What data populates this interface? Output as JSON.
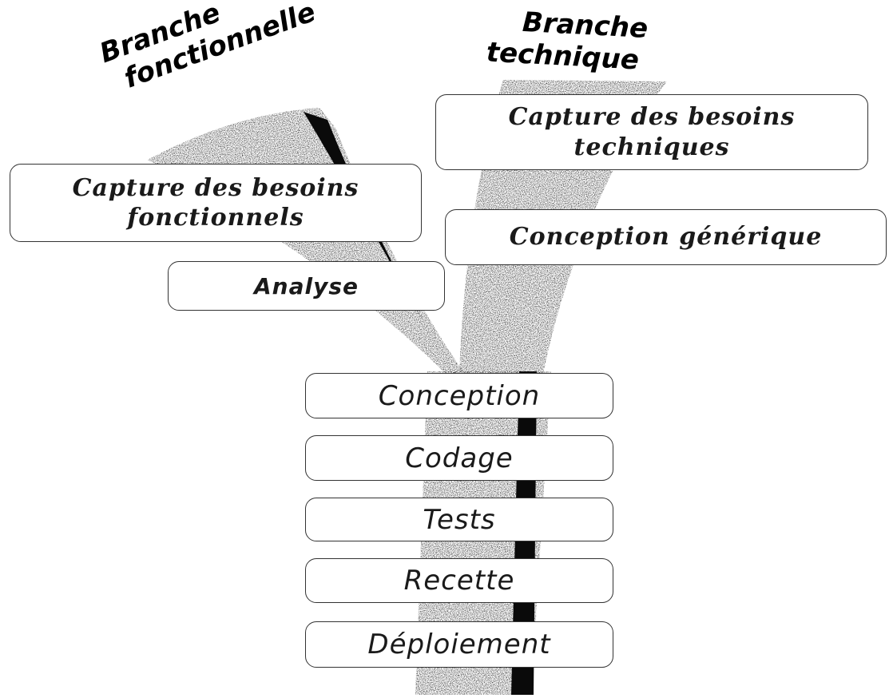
{
  "branches": {
    "functional": {
      "title_line1": "Branche",
      "title_line2": "fonctionnelle"
    },
    "technical": {
      "title_line1": "Branche",
      "title_line2": "technique"
    }
  },
  "steps": {
    "functional_capture": {
      "line1": "Capture des besoins",
      "line2": "fonctionnels"
    },
    "analyse": "Analyse",
    "technical_capture": {
      "line1": "Capture des besoins",
      "line2": "techniques"
    },
    "generic_design": "Conception générique",
    "conception": "Conception",
    "codage": "Codage",
    "tests": "Tests",
    "recette": "Recette",
    "deploiement": "Déploiement"
  },
  "colors": {
    "stripe": "#1a1a1a",
    "box_border": "#333333",
    "text": "#1a1a1a"
  }
}
